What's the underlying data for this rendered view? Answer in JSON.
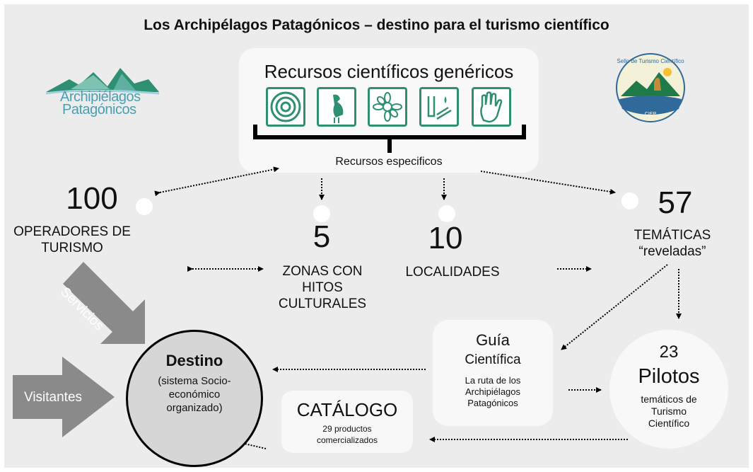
{
  "title": "Los Archipélagos Patagónicos – destino para el turismo científico",
  "logo_left": {
    "line1": "Archipiélagos",
    "line2": "Patagónicos"
  },
  "logo_right": {
    "text": "Sello de Turismo Científico",
    "small": "CIEP"
  },
  "resources": {
    "heading": "Recursos científicos genéricos",
    "icons": [
      "spiral-icon",
      "bird-icon",
      "flower-icon",
      "landscape-icon",
      "hand-icon"
    ],
    "specific": "Recursos especificos"
  },
  "nodes": {
    "operadores": {
      "number": "100",
      "label": "OPERADORES DE TURISMO"
    },
    "zonas": {
      "number": "5",
      "label": "ZONAS CON HITOS CULTURALES"
    },
    "localidades": {
      "number": "10",
      "label": "LOCALIDADES"
    },
    "tematicas": {
      "number": "57",
      "label1": "TEMÁTICAS",
      "label2": "“reveladas”"
    }
  },
  "arrows": {
    "servicios": "Servicios",
    "visitantes": "Visitantes"
  },
  "destino": {
    "title": "Destino",
    "desc": "(sistema Socio-económico organizado)"
  },
  "guia": {
    "title1": "Guía",
    "title2": "Científica",
    "desc": "La ruta de los Archipiélagos Patagónicos"
  },
  "pilotos": {
    "number": "23",
    "title": "Pilotos",
    "desc": "temáticos de Turismo Científico"
  },
  "catalogo": {
    "title": "CATÁLOGO",
    "desc": "29 productos comercializados"
  },
  "colors": {
    "background": "#ececec",
    "panel": "#f8f8f8",
    "accent_green": "#2f8f72",
    "gray_arrow": "#888888",
    "destino_fill": "#d6d6d6"
  }
}
